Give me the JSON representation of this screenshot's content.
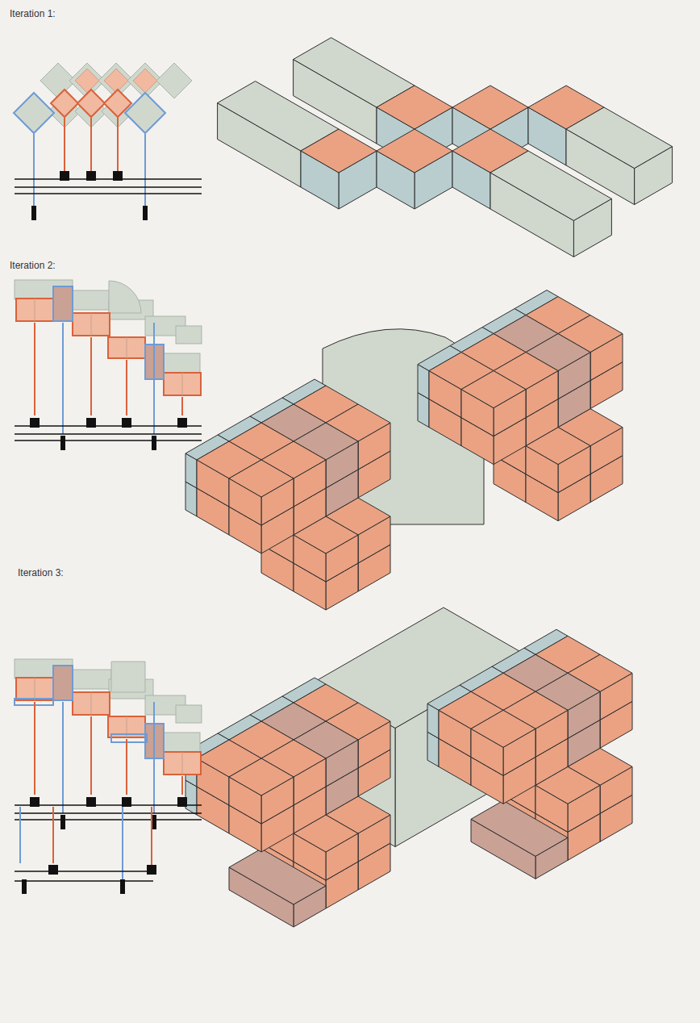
{
  "diagram": {
    "labels": [
      "Iteration 1:",
      "Iteration 2:",
      "Iteration 3:"
    ]
  }
}
